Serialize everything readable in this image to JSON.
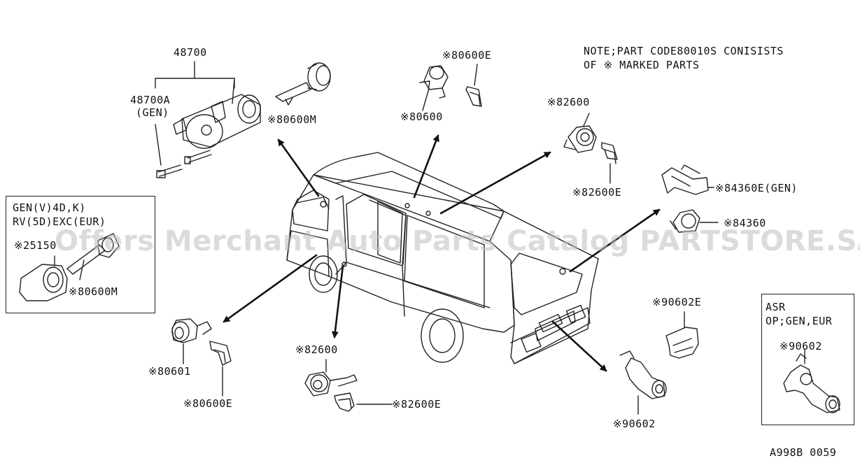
{
  "note": {
    "line1": "NOTE;PART CODE80010S CONISISTS",
    "line2": "OF ※ MARKED PARTS"
  },
  "labels": {
    "p48700": "48700",
    "p48700a": "48700A",
    "gen1": "(GEN)",
    "p80600m_top": "※80600M",
    "p80600e_top": "※80600E",
    "p80600": "※80600",
    "p82600_top": "※82600",
    "p82600e_top": "※82600E",
    "p84360e": "※84360E(GEN)",
    "p84360": "※84360",
    "p80601": "※80601",
    "p80600e_low": "※80600E",
    "p82600_low": "※82600",
    "p82600e_low": "※82600E",
    "p90602e": "※90602E",
    "p90602": "※90602",
    "diagram_code": "A998B 0059"
  },
  "inset_left": {
    "line1": "GEN(V)4D,K)",
    "line2": "RV(5D)EXC(EUR)",
    "p25150": "※25150",
    "p80600m": "※80600M"
  },
  "inset_right": {
    "line1": "ASR",
    "line2": "OP;GEN,EUR",
    "p90602": "※90602"
  },
  "watermark": "Offers Merchant Auto Parts Catalog PARTSTORE.SA"
}
